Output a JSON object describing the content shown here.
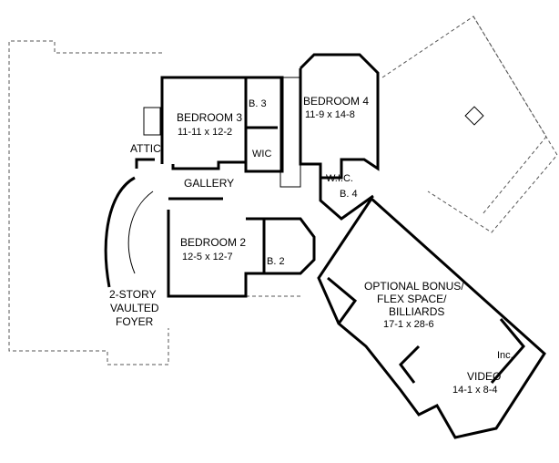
{
  "plan": {
    "rooms": {
      "bedroom3": {
        "name": "BEDROOM  3",
        "dims": "11-11  x  12-2"
      },
      "bedroom4": {
        "name": "BEDROOM  4",
        "dims": "11-9  x  14-8"
      },
      "bedroom2": {
        "name": "BEDROOM  2",
        "dims": "12-5  x  12-7"
      },
      "bath3": "B. 3",
      "bath4": "B. 4",
      "bath2": "B. 2",
      "wic": "WIC",
      "wic4": "W.I.C.",
      "attic": "ATTIC",
      "gallery": "GALLERY",
      "foyer": [
        "2-STORY",
        "VAULTED",
        "FOYER"
      ],
      "bonus": {
        "name": [
          "OPTIONAL BONUS/",
          "FLEX SPACE/",
          "BILLIARDS"
        ],
        "dims": "17-1  x  28-6"
      },
      "video": {
        "name": "VIDEO",
        "dims": "14-1  x  8-4"
      },
      "inc": "Inc."
    }
  }
}
